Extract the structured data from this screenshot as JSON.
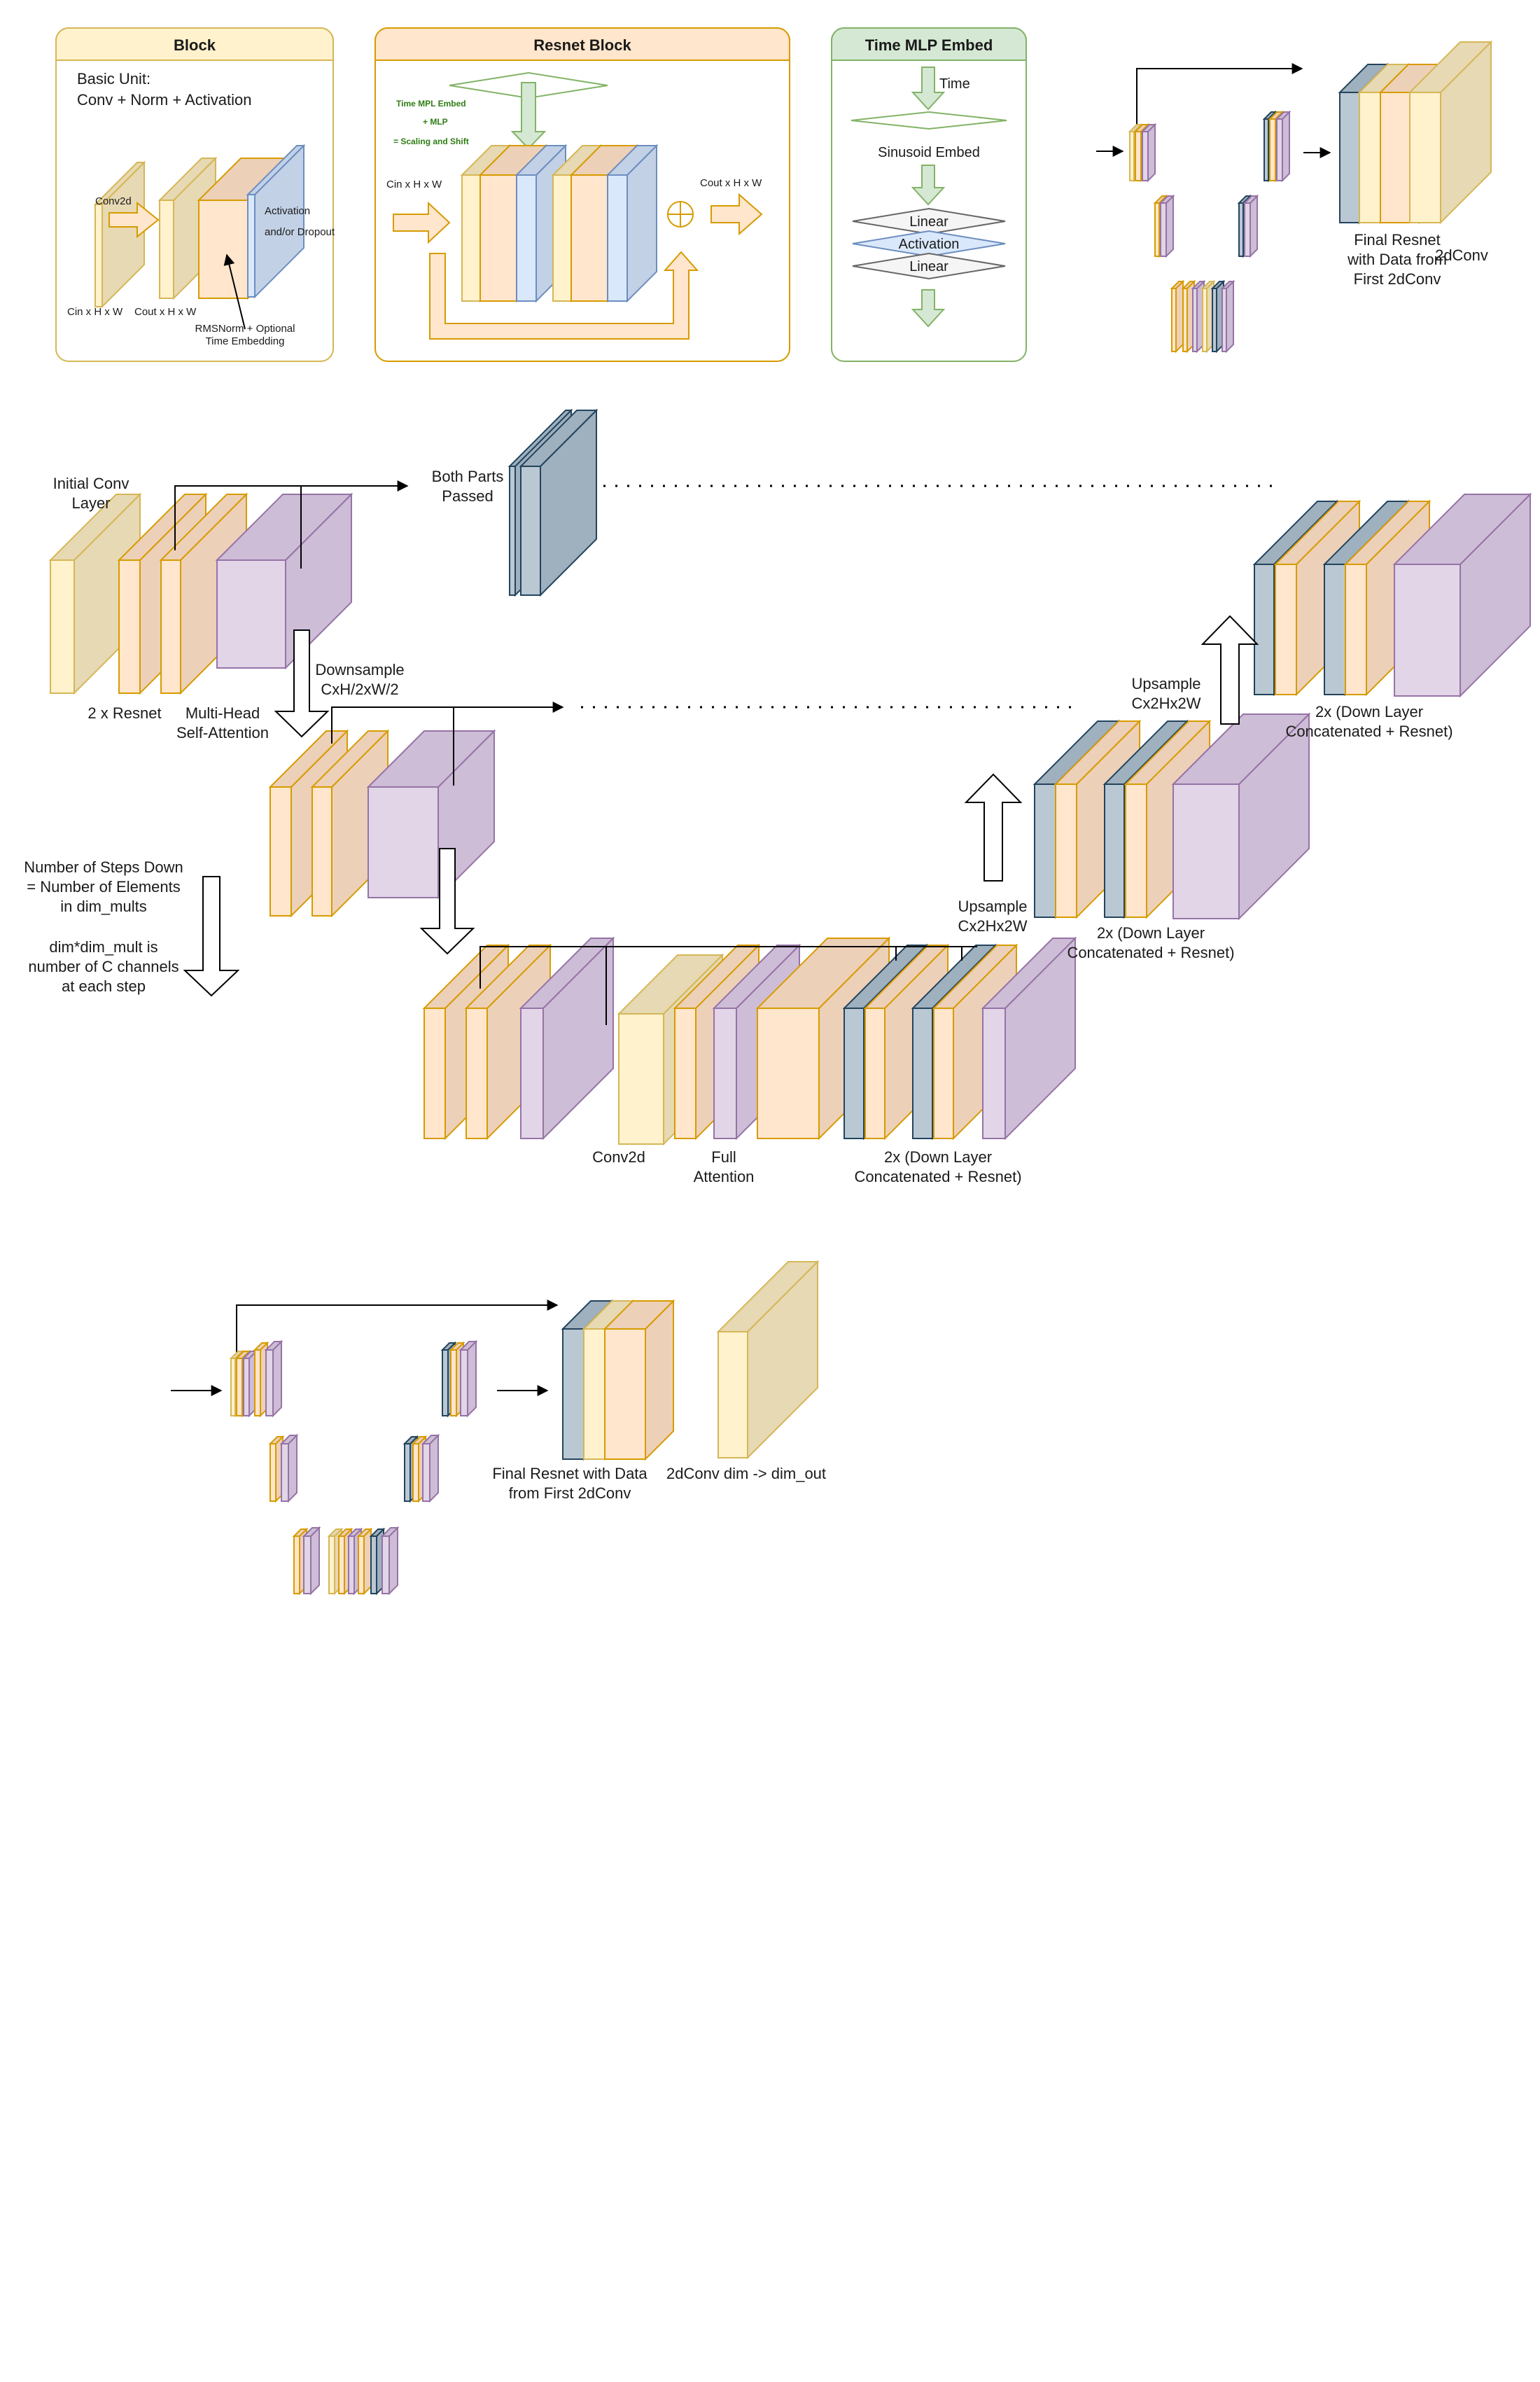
{
  "top": {
    "block": {
      "header": "Block",
      "basic_unit_line1": "Basic Unit:",
      "basic_unit_line2": "Conv + Norm + Activation",
      "conv2d": "Conv2d",
      "activation_line1": "Activation",
      "activation_line2": "and/or Dropout",
      "cin": "Cin x H x W",
      "cout": "Cout x H x W",
      "rms_line1": "RMSNorm + Optional",
      "rms_line2": "Time Embedding"
    },
    "resnet": {
      "header": "Resnet Block",
      "time_line1": "Time MPL Embed",
      "time_line2": "+ MLP",
      "time_line3": "= Scaling and Shift",
      "cin": "Cin x H x W",
      "cout": "Cout x H x W"
    },
    "time_mlp": {
      "header": "Time MLP Embed",
      "time": "Time",
      "sinusoid": "Sinusoid Embed",
      "linear1": "Linear",
      "activation": "Activation",
      "linear2": "Linear"
    },
    "mini": {
      "final_line1": "Final Resnet",
      "final_line2": "with Data from",
      "final_line3": "First 2dConv",
      "conv": "2dConv"
    }
  },
  "unet": {
    "initial_line1": "Initial Conv",
    "initial_line2": "Layer",
    "resnet_label": "2  x Resnet",
    "mha_line1": "Multi-Head",
    "mha_line2": "Self-Attention",
    "both_line1": "Both Parts",
    "both_line2": "Passed",
    "downsample_line1": "Downsample",
    "downsample_line2": "CxH/2xW/2",
    "steps_line1": "Number of Steps Down",
    "steps_line2": "= Number of Elements",
    "steps_line3": "in dim_mults",
    "dim_line1": "dim*dim_mult is",
    "dim_line2": "number of C channels",
    "dim_line3": "at each step",
    "conv2d": "Conv2d",
    "full_line1": "Full",
    "full_line2": "Attention",
    "down_concat_line1": "2x (Down Layer",
    "down_concat_line2": "Concatenated + Resnet)",
    "upsample_label": "Upsample",
    "upsample_dim": "Cx2Hx2W",
    "upsample_top_label": "Upsample",
    "upsample_top_dim": "Cx2Hx2W",
    "up1_line1": "2x (Down Layer",
    "up1_line2": "Concatenated + Resnet)",
    "up2_line1": "2x (Down Layer",
    "up2_line2": "Concatenated + Resnet)"
  },
  "bottom": {
    "final_line1": "Final Resnet with Data",
    "final_line2": "from First 2dConv",
    "conv_out": "2dConv dim -> dim_out"
  },
  "colors": {
    "yellow_face": "#fff2cc",
    "yellow_side": "#e6d9b3",
    "yellow_stroke": "#d6b656",
    "orange_face": "#ffe6cc",
    "orange_side": "#edd0b8",
    "orange_stroke": "#d79b00",
    "purple_face": "#e1d5e7",
    "purple_side": "#cdbdd6",
    "purple_stroke": "#9673a6",
    "blue_face": "#dae8fc",
    "blue_side": "#c3d1e6",
    "blue_stroke": "#6c8ebf",
    "slate_face": "#bac8d3",
    "slate_side": "#9fb0be",
    "slate_stroke": "#23445d",
    "green_fill": "#d5e8d4",
    "green_stroke": "#82b366"
  }
}
